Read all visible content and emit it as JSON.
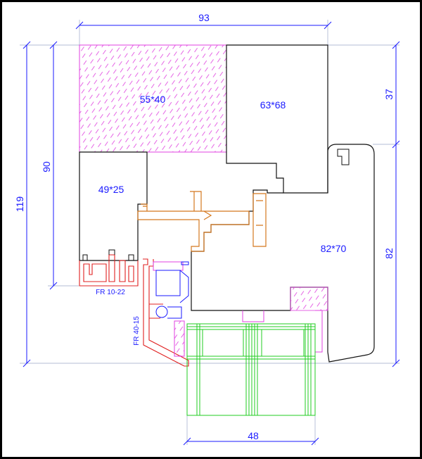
{
  "dimensions": {
    "top_width": "93",
    "left_outer_height": "119",
    "left_inner_height": "90",
    "right_top_height": "37",
    "right_bottom_height": "82",
    "bottom_width": "48"
  },
  "sections": {
    "hatched_block": "55*40",
    "upper_right_block": "63*68",
    "left_block": "49*25",
    "main_block": "82*70"
  },
  "profiles": {
    "left_profile": "FR 10-22",
    "vertical_profile": "FR 40-15"
  },
  "colors": {
    "dimension": "#1a1aff",
    "outline": "#111111",
    "hatch": "#e040e0",
    "gasket": "#d4781e",
    "aluminium": "#e02020",
    "glazing": "#22cc22",
    "extension_line": "#9aa6c8"
  }
}
